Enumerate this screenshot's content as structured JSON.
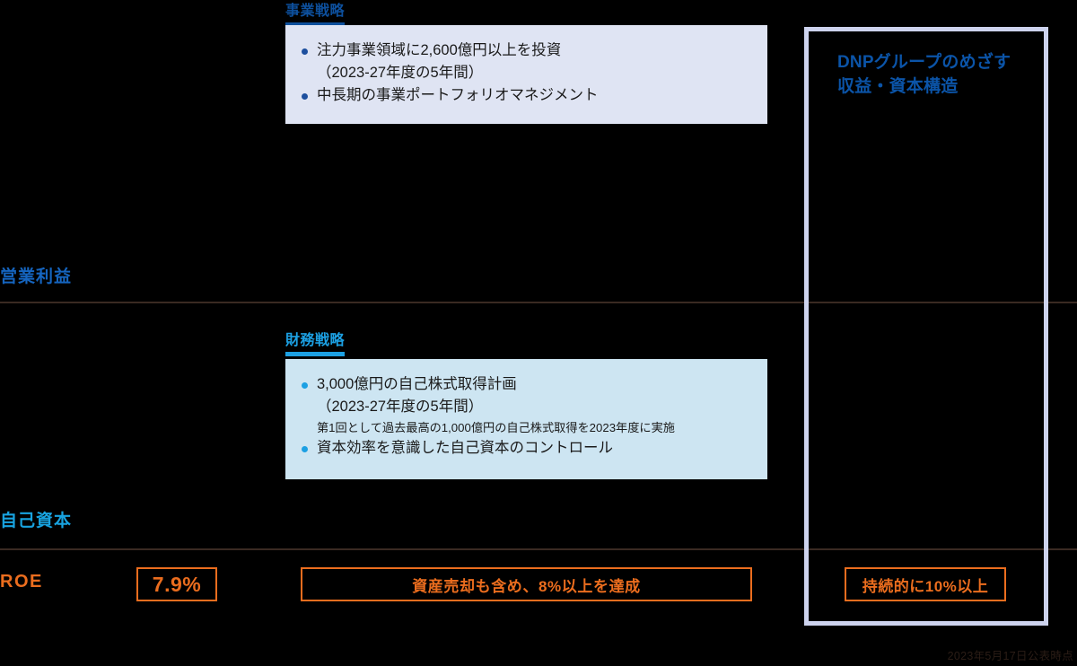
{
  "goal_panel": {
    "title": "DNPグループのめざす\n収益・資本構造"
  },
  "axis_labels": {
    "operating_profit": "営業利益",
    "equity": "自己資本",
    "roe": "ROE"
  },
  "sections": [
    {
      "id": "business-strategy",
      "header": "事業戦略",
      "accent": "#0d4f9c",
      "bullets": [
        "注力事業領域に2,600億円以上を投資\n（2023-27年度の5年間）",
        "中長期の事業ポートフォリオマネジメント"
      ]
    },
    {
      "id": "financial-strategy",
      "header": "財務戦略",
      "accent": "#1ca0e3",
      "bullets": [
        "3,000億円の自己株式取得計画\n（2023-27年度の5年間）",
        "資本効率を意識した自己資本のコントロール"
      ],
      "sub_note": "第1回として過去最高の1,000億円の自己株式取得を2023年度に実施"
    }
  ],
  "roe": {
    "current_value": "7.9%",
    "mid_target": "資産売却も含め、8%以上を達成",
    "long_target": "持続的に10%以上",
    "accent": "#eb6d1e"
  },
  "footnote": "2023年5月17日公表時点"
}
